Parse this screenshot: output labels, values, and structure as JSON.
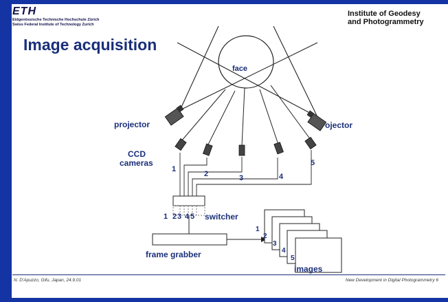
{
  "header": {
    "logo_text": "ETH",
    "university_line1": "Eidgenössische Technische Hochschule Zürich",
    "university_line2": "Swiss Federal Institute of Technology Zurich",
    "institute_line1": "Institute of Geodesy",
    "institute_line2": "and Photogrammetry"
  },
  "slide": {
    "title": "Image acquisition"
  },
  "diagram": {
    "face_label": "face",
    "projector_left_label": "projector",
    "projector_right_label": "ojector",
    "ccd_label_line1": "CCD",
    "ccd_label_line2": "cameras",
    "camera_numbers": [
      "1",
      "2",
      "3",
      "4",
      "5"
    ],
    "switcher_ports": [
      "1",
      "2",
      "3",
      "4",
      "5"
    ],
    "switcher_label": "switcher",
    "frame_grabber_label": "frame grabber",
    "image_numbers": [
      "1",
      "2",
      "3",
      "4",
      "5"
    ],
    "images_label": "images"
  },
  "footer": {
    "left": "N. D'Apuzzo, Gifu, Japan, 24.9.01",
    "right": "New Development in Digital Photogrammetry  6"
  }
}
